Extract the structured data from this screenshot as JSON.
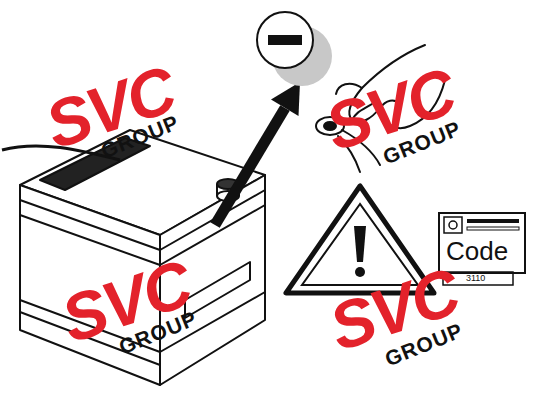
{
  "diagram": {
    "nodes": [
      {
        "text": [
          "Code"
        ]
      }
    ],
    "labels": [
      "SVC",
      "GROUP",
      "SVC",
      "GROUP",
      "SVC",
      "GROUP",
      "SVC",
      "GROUP",
      "3110"
    ]
  }
}
